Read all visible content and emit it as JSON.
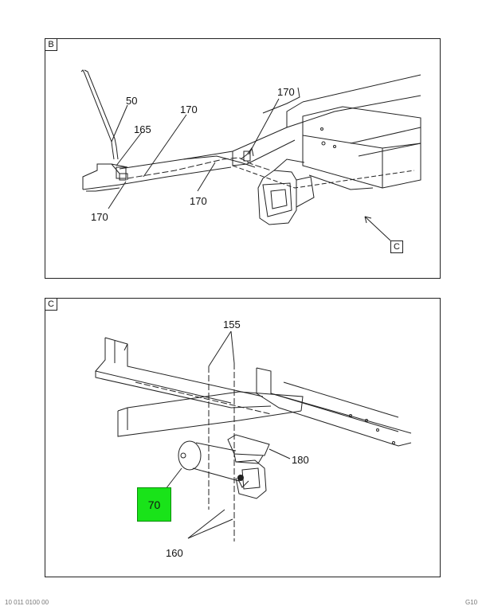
{
  "panel_b": {
    "tag": "B",
    "callouts": [
      "50",
      "165",
      "170",
      "170",
      "170",
      "170"
    ],
    "view_ref": "C"
  },
  "panel_c": {
    "tag": "C",
    "callouts": [
      "155",
      "180",
      "160"
    ],
    "highlight_part": "70",
    "highlight_color": "#19e319"
  },
  "footer": {
    "left_text": "10 011 0100 00",
    "right_text": "G10"
  }
}
